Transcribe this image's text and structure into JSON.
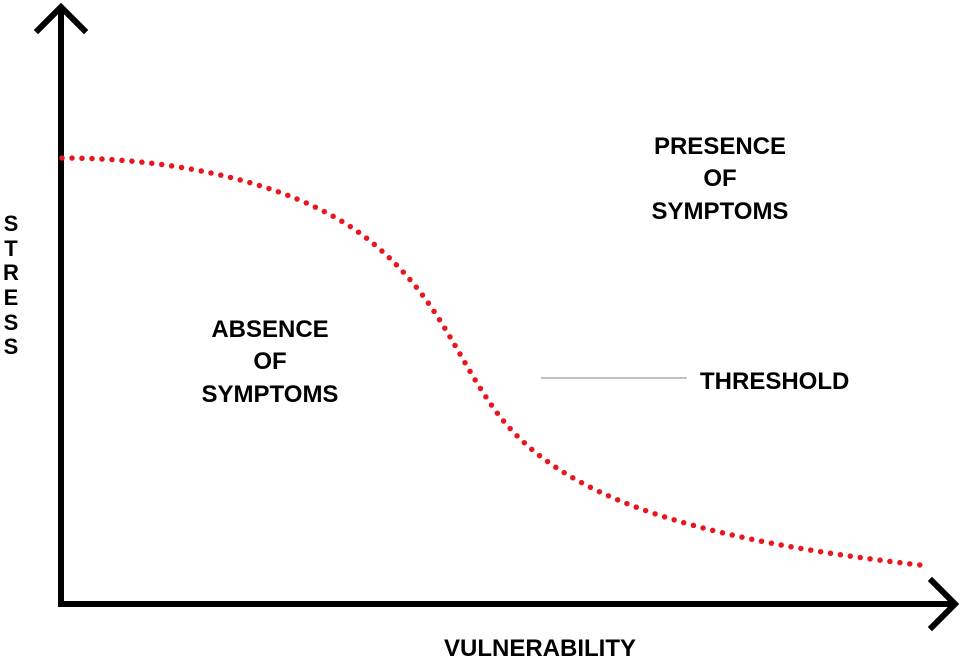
{
  "axes": {
    "x_label": "VULNERABILITY",
    "y_label": [
      "S",
      "T",
      "R",
      "E",
      "S",
      "S"
    ]
  },
  "regions": {
    "absence": [
      "ABSENCE",
      "OF",
      "SYMPTOMS"
    ],
    "presence": [
      "PRESENCE",
      "OF",
      "SYMPTOMS"
    ]
  },
  "threshold": {
    "label": "THRESHOLD"
  },
  "colors": {
    "axis": "#000000",
    "curve": "#e8171f",
    "leader": "#9a9a9a"
  }
}
